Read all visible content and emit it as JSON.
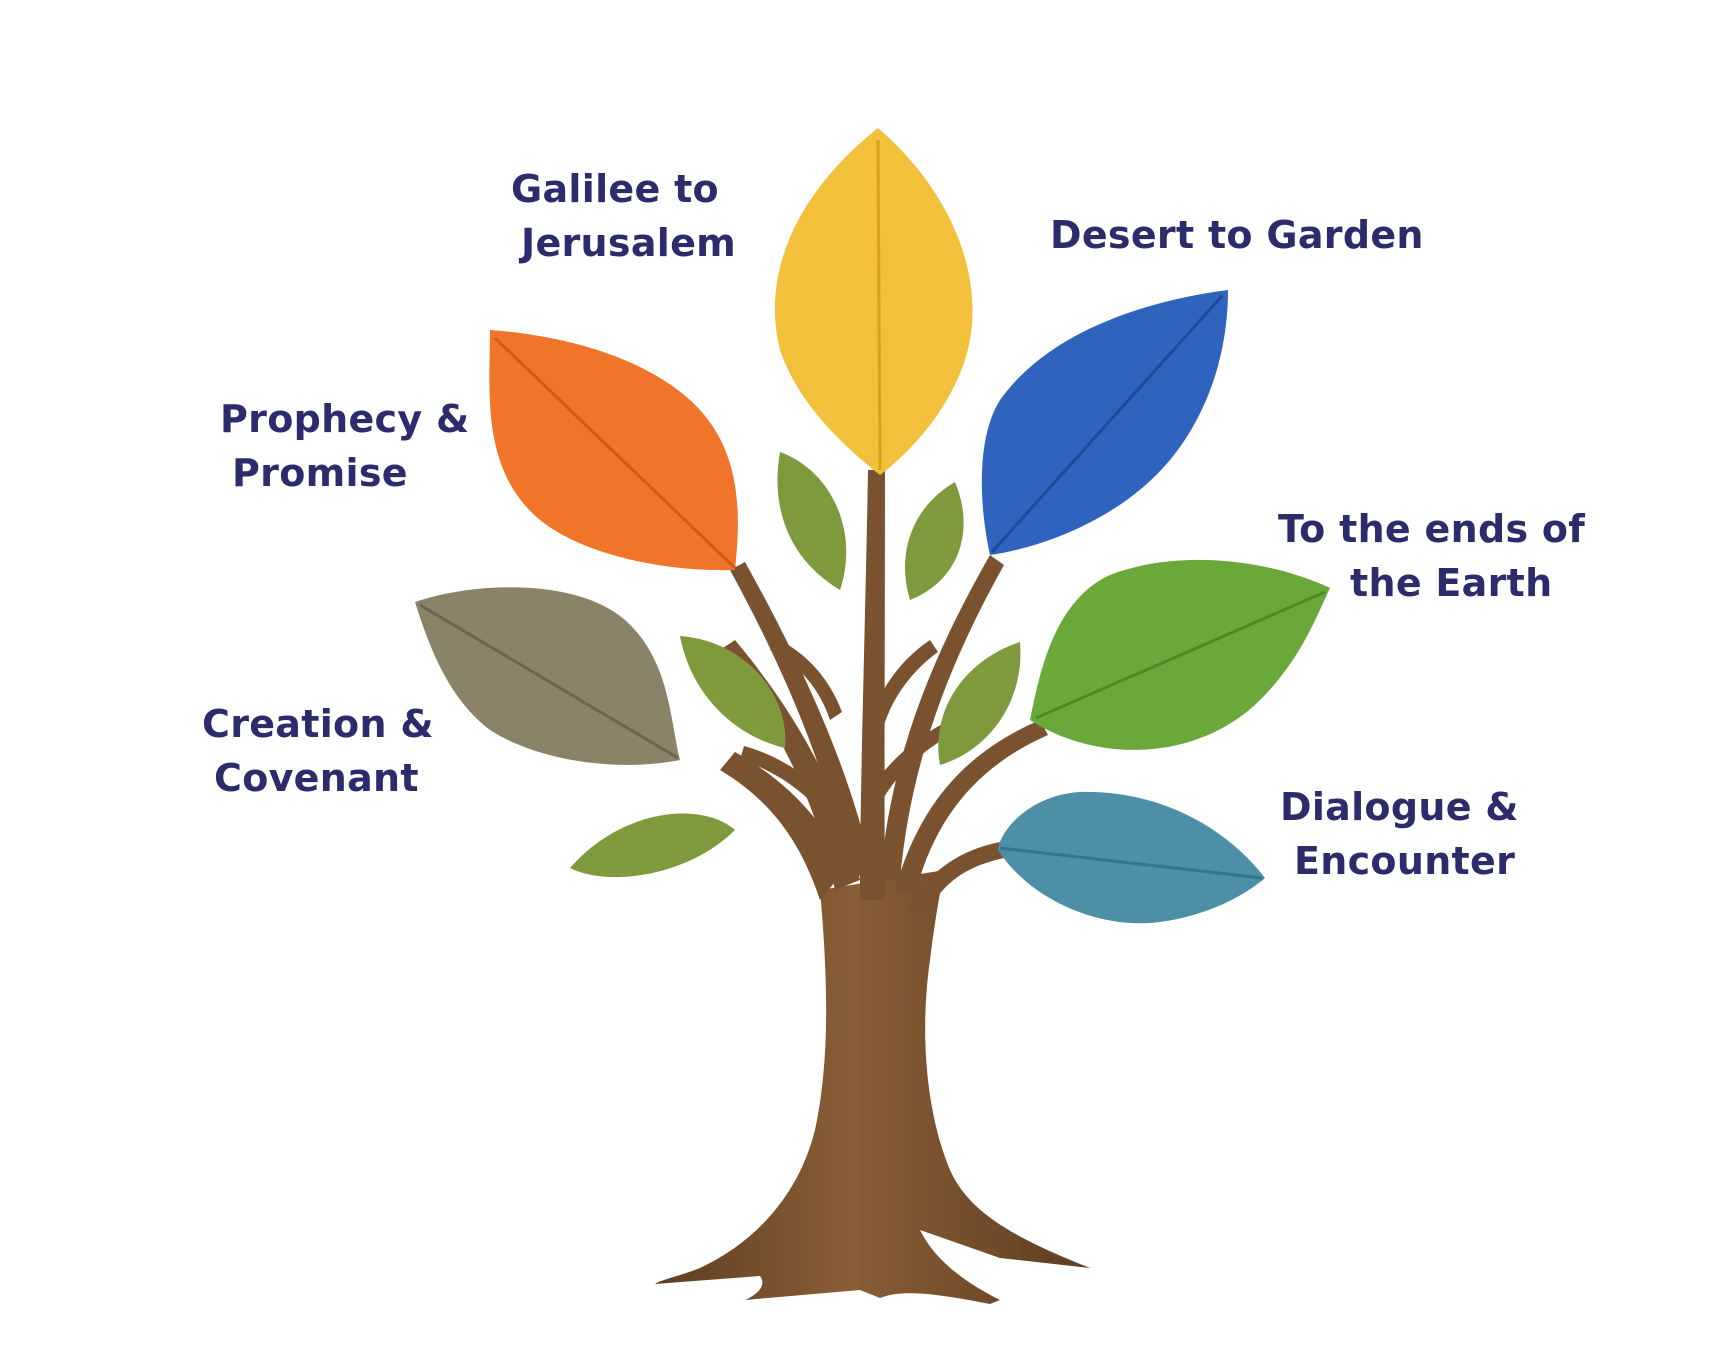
{
  "theme": {
    "text_color": "#2c2b6b",
    "trunk_color": "#7a5230",
    "trunk_shadow": "#5e3d22"
  },
  "branches": [
    {
      "id": "galilee",
      "line1": "Galilee to",
      "line2": "Jerusalem",
      "leaf_color": "#f2c03a",
      "leaf_vein": "#d9a21c"
    },
    {
      "id": "desert",
      "line1": "Desert to Garden",
      "line2": "",
      "leaf_color": "#2f63bd",
      "leaf_vein": "#1e4a99"
    },
    {
      "id": "prophecy",
      "line1": "Prophecy &",
      "line2": "Promise",
      "leaf_color": "#f0742a",
      "leaf_vein": "#d25a16"
    },
    {
      "id": "ends",
      "line1": "To the ends of",
      "line2": "the Earth",
      "leaf_color": "#6aa83a",
      "leaf_vein": "#4e8a24"
    },
    {
      "id": "creation",
      "line1": "Creation &",
      "line2": "Covenant",
      "leaf_color": "#8b8368",
      "leaf_vein": "#6d664e"
    },
    {
      "id": "dialogue",
      "line1": "Dialogue &",
      "line2": "Encounter",
      "leaf_color": "#4c8fa6",
      "leaf_vein": "#33758c"
    }
  ],
  "small_leaf_color": "#7f9a3c"
}
